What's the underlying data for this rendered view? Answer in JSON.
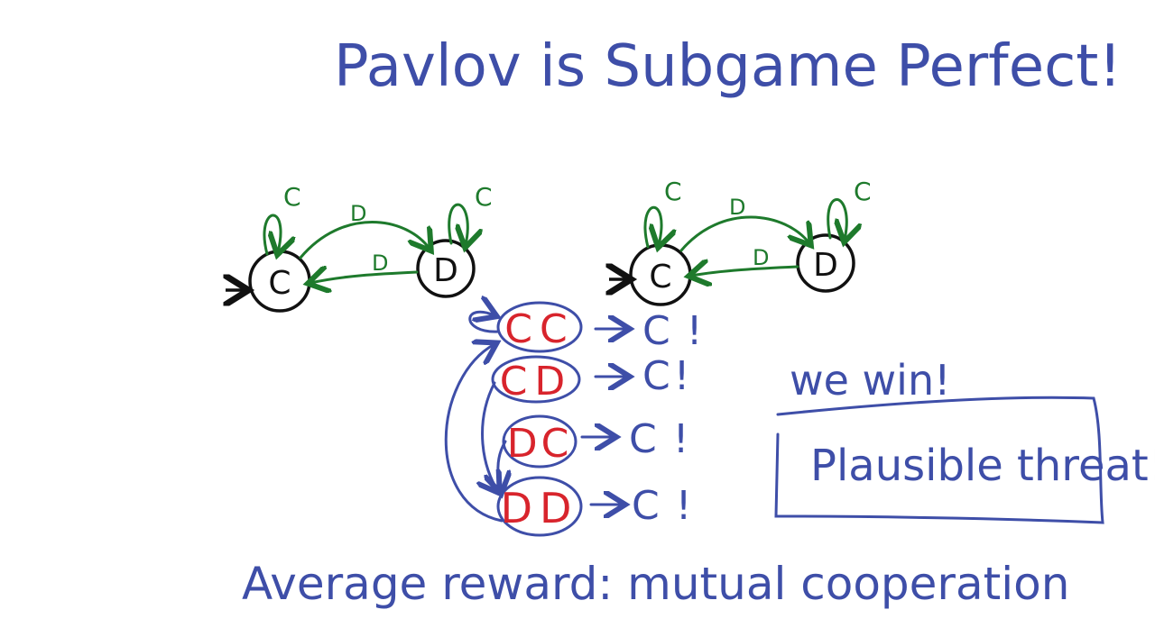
{
  "title": "Pavlov is Subgame Perfect!",
  "fsm_left": {
    "state_c": "C",
    "state_d": "D",
    "self_loop_c": "C",
    "self_loop_d": "C",
    "edge_c_to_d": "D",
    "edge_d_to_c": "D"
  },
  "fsm_right": {
    "state_c": "C",
    "state_d": "D",
    "self_loop_c": "C",
    "self_loop_d": "C",
    "edge_c_to_d": "D",
    "edge_d_to_c": "D"
  },
  "joint_states": [
    {
      "label": "CC",
      "result": "C!"
    },
    {
      "label": "CD",
      "result": "C!"
    },
    {
      "label": "DC",
      "result": "C!"
    },
    {
      "label": "DD",
      "result": "C!"
    }
  ],
  "note": "we win!",
  "boxed_note": "Plausible threat!",
  "footer": "Average reward: mutual cooperation",
  "colors": {
    "ink_blue": "#3e4ea8",
    "ink_red": "#d8242c",
    "ink_green": "#1e7a2c",
    "ink_black": "#111111"
  }
}
